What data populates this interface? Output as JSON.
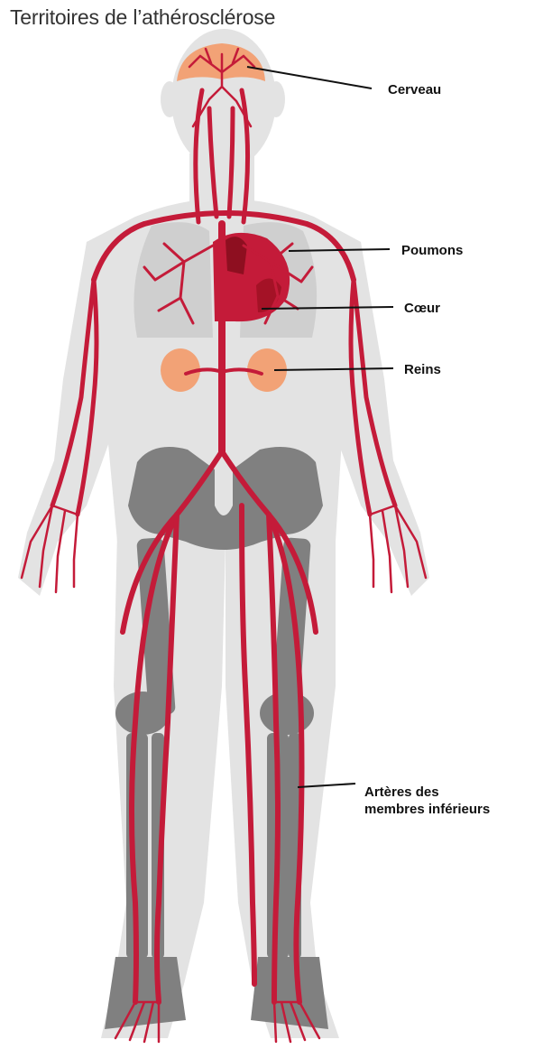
{
  "title": "Territoires de l’athérosclérose",
  "labels": {
    "brain": "Cerveau",
    "lungs": "Poumons",
    "heart": "Cœur",
    "kidneys": "Reins",
    "legs_line1": "Artères des",
    "legs_line2": "membres inférieurs"
  },
  "colors": {
    "body": "#e3e3e3",
    "skeleton": "#808080",
    "artery": "#c41b39",
    "organ_orange": "#f2a276",
    "lung": "#cfcfcf",
    "heart": "#a41226",
    "leader_line": "#111111"
  }
}
